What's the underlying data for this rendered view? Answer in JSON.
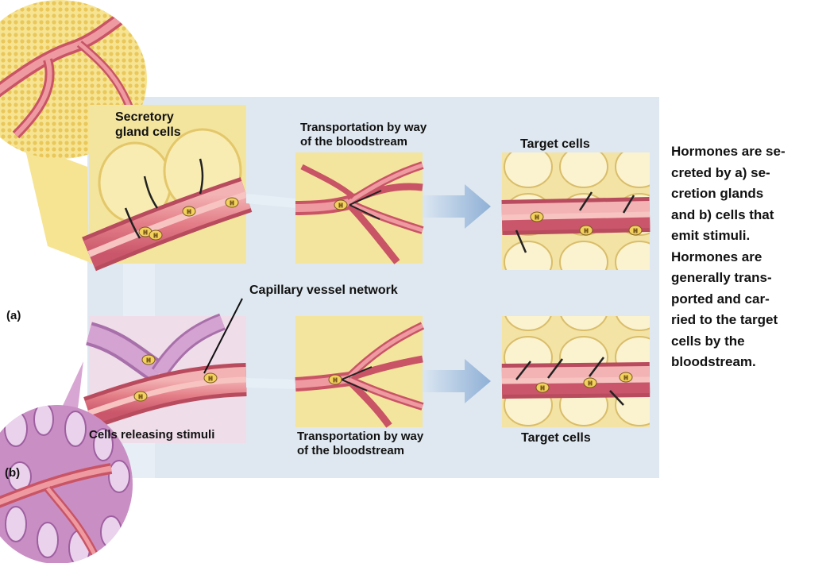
{
  "labels": {
    "secretory_line1": "Secretory",
    "secretory_line2": "gland cells",
    "transport_top_line1": "Transportation by way",
    "transport_top_line2": "of the bloodstream",
    "target_top": "Target cells",
    "capillary": "Capillary vessel network",
    "part_a": "(a)",
    "part_b": "(b)",
    "cells_releasing": "Cells releasing stimuli",
    "transport_bottom_line1": "Transportation by way",
    "transport_bottom_line2": "of the bloodstream",
    "target_bottom": "Target cells",
    "hormone_mark": "H"
  },
  "caption_lines": [
    "Hormones are se-",
    "creted by a) se-",
    "cretion glands",
    "and b) cells that",
    "emit stimuli.",
    "Hormones are",
    "generally trans-",
    "ported and car-",
    "ried to the target",
    "cells by the",
    "bloodstream."
  ],
  "colors": {
    "panel_background": "#dfe8f0",
    "tile_yellow": "#f5e7a0",
    "vessel_pink": "#e8848e",
    "vessel_dark": "#c25362",
    "gland_purple": "#c98fc4",
    "arrow_blue": "#9db8d8"
  }
}
